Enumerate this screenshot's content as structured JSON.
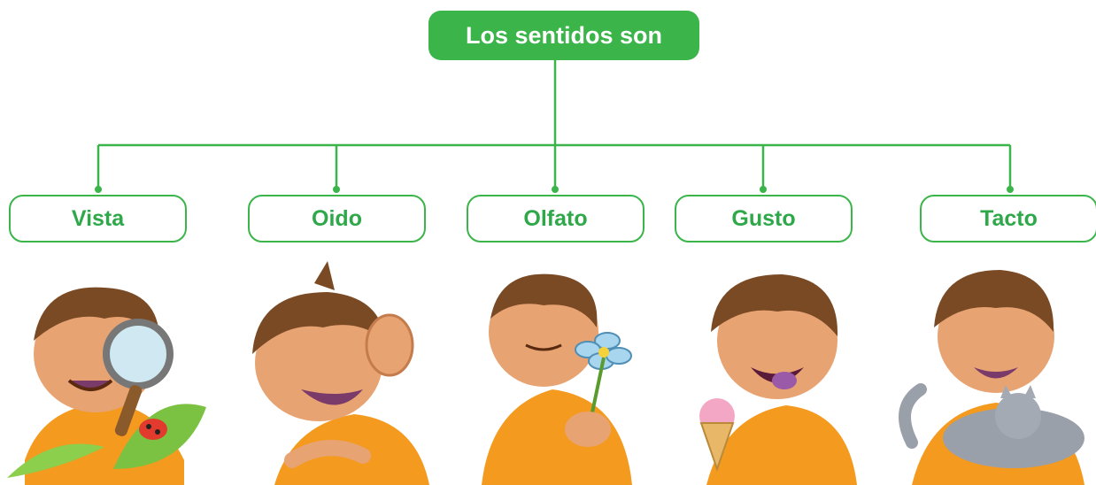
{
  "root": {
    "label": "Los sentidos son"
  },
  "senses": [
    {
      "label": "Vista",
      "illustration": "boy-with-magnifying-glass-and-ladybug"
    },
    {
      "label": "Oido",
      "illustration": "boy-cupping-ear"
    },
    {
      "label": "Olfato",
      "illustration": "boy-smelling-flower"
    },
    {
      "label": "Gusto",
      "illustration": "boy-licking-ice-cream"
    },
    {
      "label": "Tacto",
      "illustration": "boy-hugging-cat"
    }
  ],
  "colors": {
    "accent": "#3bb54a",
    "text_green": "#2fa84a",
    "skin": "#e8a372",
    "hair": "#7a4a25",
    "shirt": "#f39a1f"
  }
}
